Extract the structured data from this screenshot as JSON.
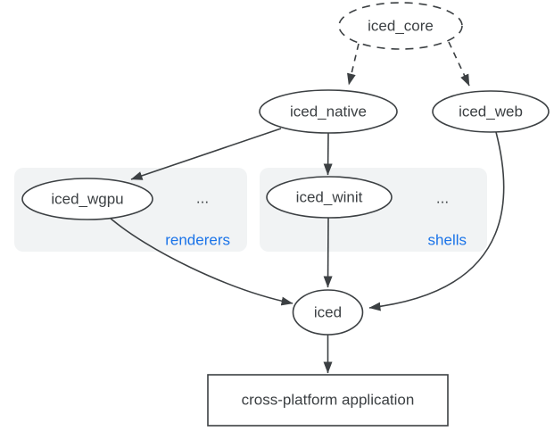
{
  "diagram": {
    "nodes": {
      "iced_core": {
        "label": "iced_core"
      },
      "iced_native": {
        "label": "iced_native"
      },
      "iced_web": {
        "label": "iced_web"
      },
      "iced_wgpu": {
        "label": "iced_wgpu"
      },
      "iced_winit": {
        "label": "iced_winit"
      },
      "iced": {
        "label": "iced"
      },
      "application": {
        "label": "cross-platform application"
      }
    },
    "groups": {
      "renderers": {
        "label": "renderers",
        "more": "..."
      },
      "shells": {
        "label": "shells",
        "more": "..."
      }
    },
    "colors": {
      "stroke": "#3c4043",
      "text": "#3c4043",
      "group_fill": "#f1f3f4",
      "group_label": "#1a73e8",
      "background": "#ffffff"
    }
  }
}
